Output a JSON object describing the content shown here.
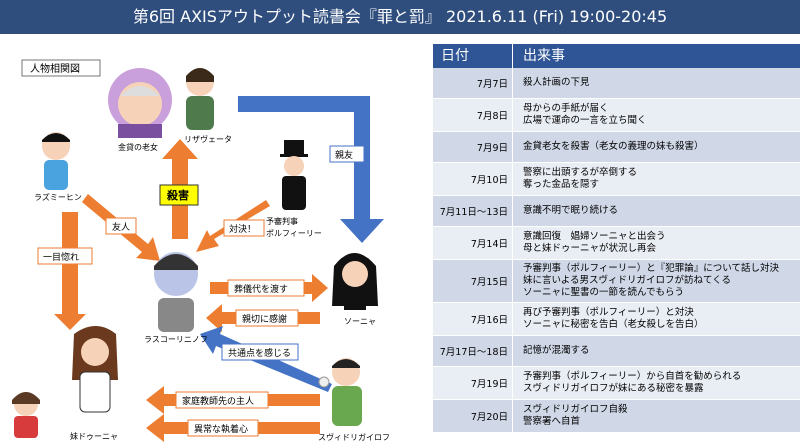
{
  "header": {
    "title": "第6回 AXISアウトプット読書会『罪と罰』 2021.6.11 (Fri) 19:00-20:45"
  },
  "diagram": {
    "title": "人物相関図",
    "characters": {
      "old_woman": "金貸の老女",
      "lizaveta": "リザヴェータ",
      "raskolnikov_top": "ラズミーヒン",
      "porfiry": "予審判事\nポルフィーリー",
      "raskolnikov": "ラスコーリニノフ",
      "sonya": "ソーニャ",
      "dounia": "妹ドゥーニャ",
      "svidrigailov": "スヴィドリガイロフ"
    },
    "arrows": {
      "murder": "殺害",
      "friend1": "友人",
      "friend2": "親友",
      "confront": "対決！",
      "love": "一目惚れ",
      "funeral": "葬儀代を渡す",
      "kindness": "親切に感謝",
      "common": "共通点を感じる",
      "tutor": "家庭教師先の主人",
      "obsession": "異常な執着心"
    }
  },
  "timeline": {
    "headers": {
      "date": "日付",
      "event": "出来事"
    },
    "rows": [
      {
        "date": "7月7日",
        "lines": [
          "殺人計画の下見"
        ]
      },
      {
        "date": "7月8日",
        "lines": [
          "母からの手紙が届く",
          "広場で運命の一言を立ち聞く"
        ]
      },
      {
        "date": "7月9日",
        "lines": [
          "金貸老女を殺害（老女の義理の妹も殺害）"
        ]
      },
      {
        "date": "7月10日",
        "lines": [
          "警察に出頭するが卒倒する",
          "奪った金品を隠す"
        ]
      },
      {
        "date": "7月11日～13日",
        "lines": [
          "意識不明で眠り続ける"
        ]
      },
      {
        "date": "7月14日",
        "lines": [
          "意識回復　娼婦ソーニャと出会う",
          "母と妹ドゥーニャが状況し再会"
        ]
      },
      {
        "date": "7月15日",
        "lines": [
          "予審判事（ポルフィーリー）と『犯罪論』について話し対決",
          "妹に言いよる男スヴィドリガイロフが訪ねてくる",
          "ソーニャに聖書の一節を読んでもらう"
        ]
      },
      {
        "date": "7月16日",
        "lines": [
          "再び予審判事（ポルフィーリー）と対決",
          "ソーニャに秘密を告白（老女殺しを告白）"
        ]
      },
      {
        "date": "7月17日～18日",
        "lines": [
          "記憶が混濁する"
        ]
      },
      {
        "date": "7月19日",
        "lines": [
          "予審判事（ポルフィーリー）から自首を勧められる",
          "スヴィドリガイロフが妹にある秘密を暴露"
        ]
      },
      {
        "date": "7月20日",
        "lines": [
          "スヴィドリガイロフ自殺",
          "警察署へ自首"
        ]
      }
    ]
  },
  "colors": {
    "banner": "#2f4e7e",
    "table_header": "#2f5597",
    "arrow_orange": "#ed7d31",
    "arrow_blue": "#4472c4",
    "murder_box": "#ffff00"
  }
}
